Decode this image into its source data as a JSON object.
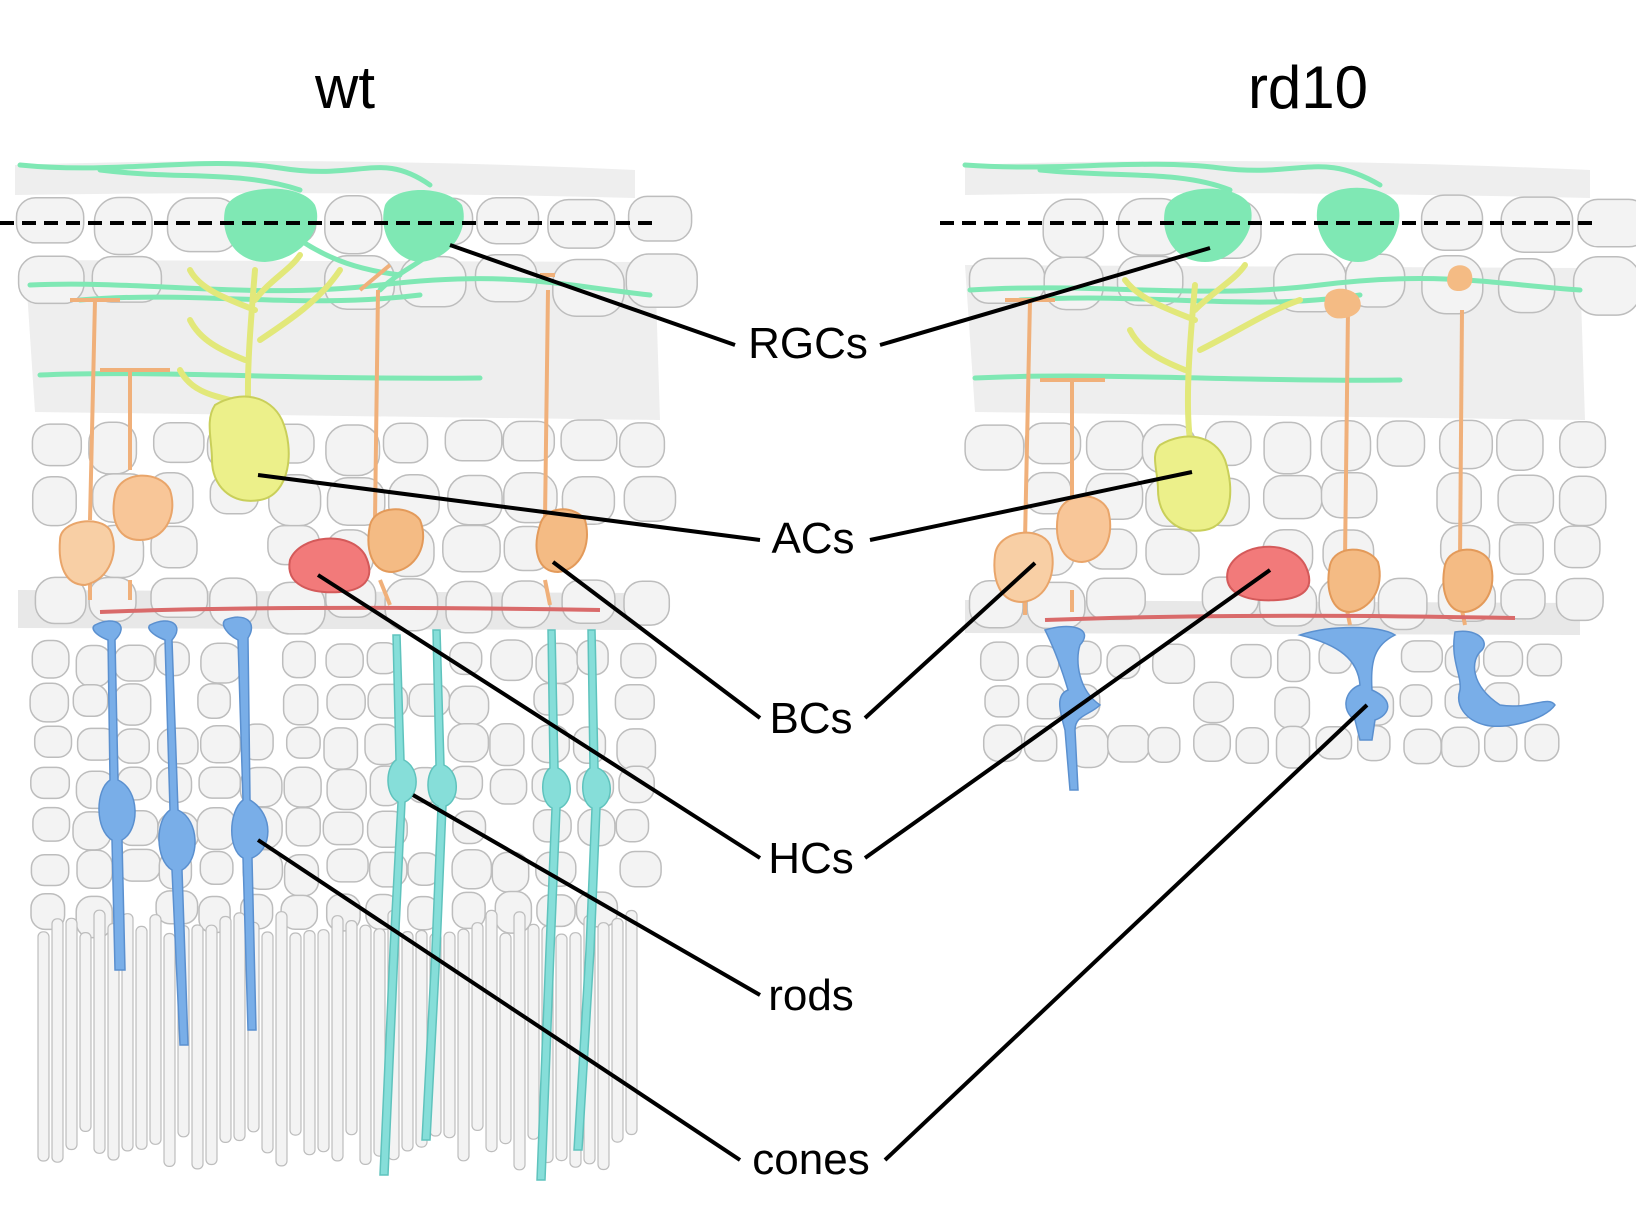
{
  "panels": [
    {
      "key": "wt",
      "title": "wt"
    },
    {
      "key": "rd10",
      "title": "rd10"
    }
  ],
  "labels": {
    "rgc": "RGCs",
    "ac": "ACs",
    "bc": "BCs",
    "hc": "HCs",
    "rod": "rods",
    "cone": "cones"
  },
  "colors": {
    "rgc": "#7fe8b4",
    "ac": "#ecf08a",
    "bc": "#f4bb84",
    "hc": "#f27a7a",
    "rod": "#86ded9",
    "cone": "#79aee8",
    "plexiform": "#eeeeee",
    "nucleus_fill": "#f3f3f3",
    "nucleus_stroke": "#bdbdbd"
  }
}
